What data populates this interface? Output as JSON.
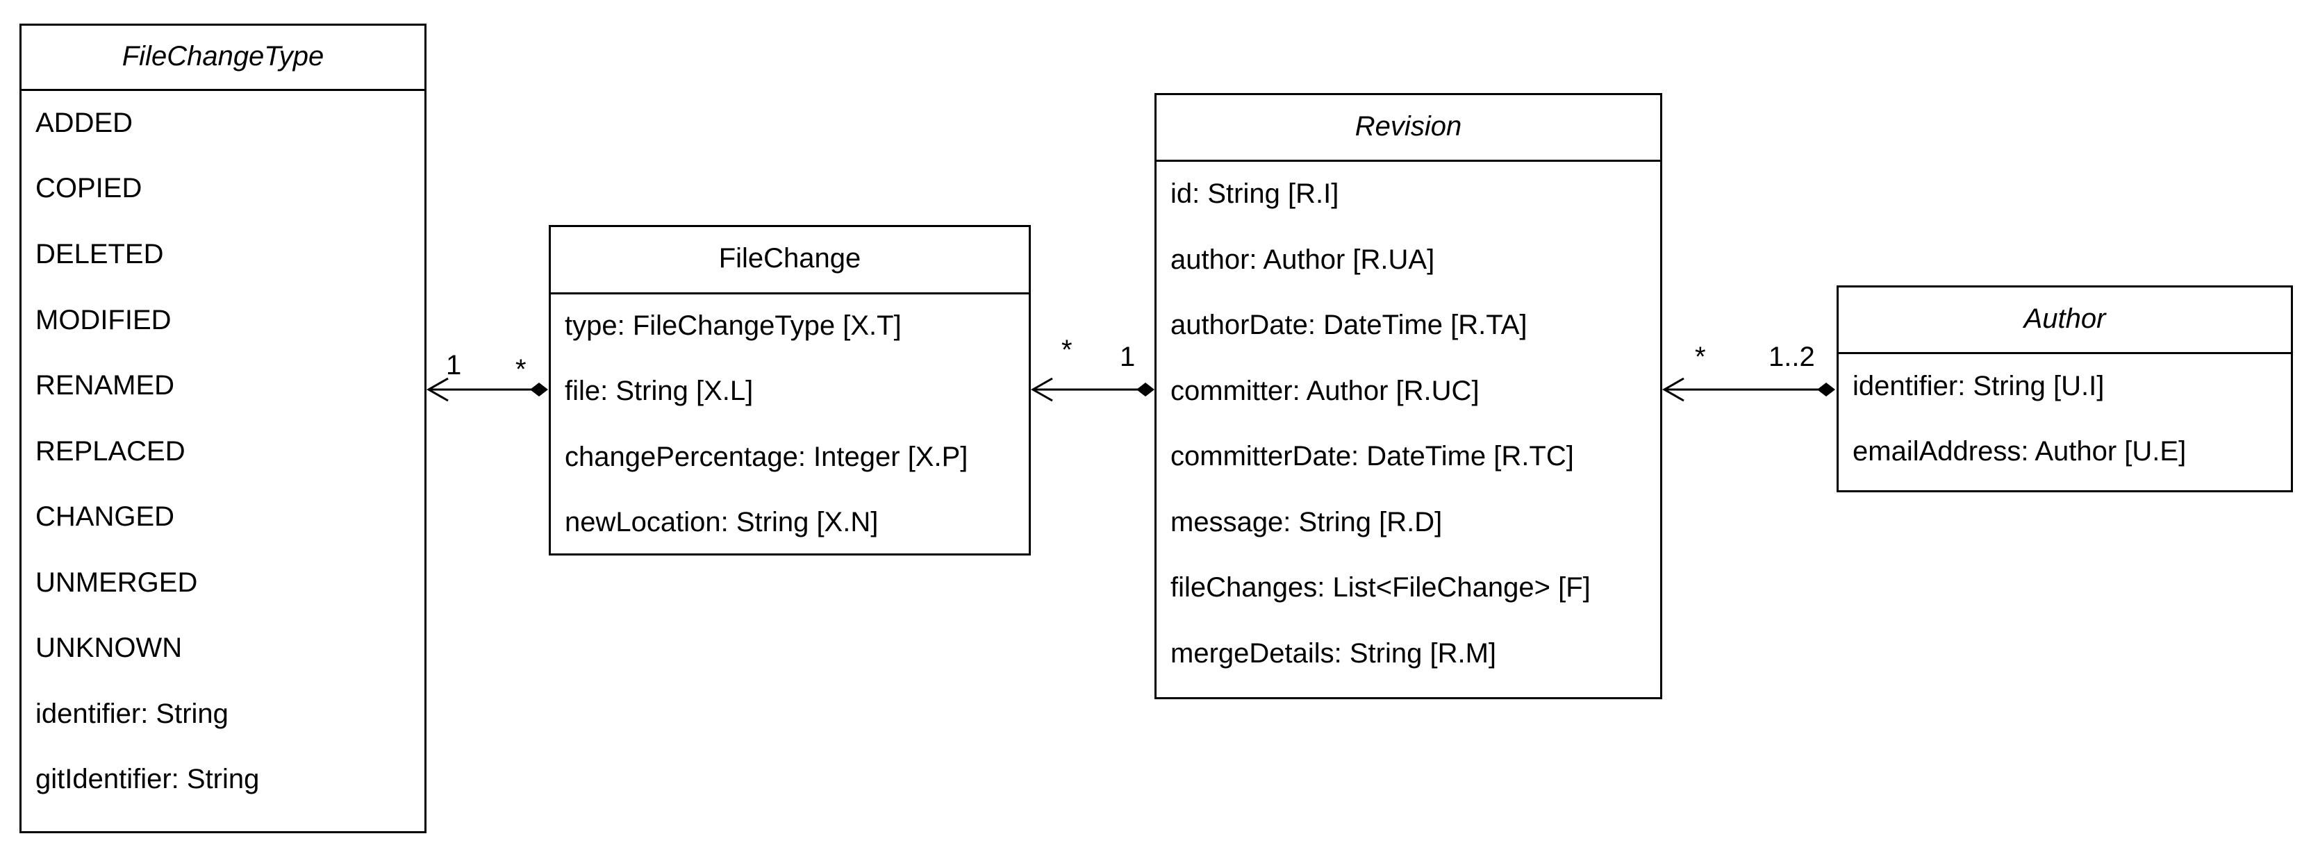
{
  "classes": {
    "file_change_type": {
      "name": "FileChangeType",
      "attributes": [
        "ADDED",
        "COPIED",
        "DELETED",
        "MODIFIED",
        "RENAMED",
        "REPLACED",
        "CHANGED",
        "UNMERGED",
        "UNKNOWN",
        "identifier: String",
        "gitIdentifier: String"
      ]
    },
    "file_change": {
      "name": "FileChange",
      "attributes": [
        "type: FileChangeType [X.T]",
        "file: String [X.L]",
        "changePercentage: Integer [X.P]",
        "newLocation: String [X.N]"
      ]
    },
    "revision": {
      "name": "Revision",
      "attributes": [
        "id: String [R.I]",
        "author: Author [R.UA]",
        "authorDate: DateTime [R.TA]",
        "committer: Author [R.UC]",
        "committerDate: DateTime [R.TC]",
        "message: String [R.D]",
        "fileChanges: List<FileChange> [F]",
        "mergeDetails: String [R.M]"
      ]
    },
    "author": {
      "name": "Author",
      "attributes": [
        "identifier: String [U.I]",
        "emailAddress: Author [U.E]"
      ]
    }
  },
  "associations": [
    {
      "from": "FileChange",
      "to": "FileChangeType",
      "target_multiplicity": "1",
      "source_multiplicity": "*"
    },
    {
      "from": "Revision",
      "to": "FileChange",
      "target_multiplicity": "*",
      "source_multiplicity": "1"
    },
    {
      "from": "Author",
      "to": "Revision",
      "target_multiplicity": "*",
      "source_multiplicity": "1..2"
    }
  ]
}
